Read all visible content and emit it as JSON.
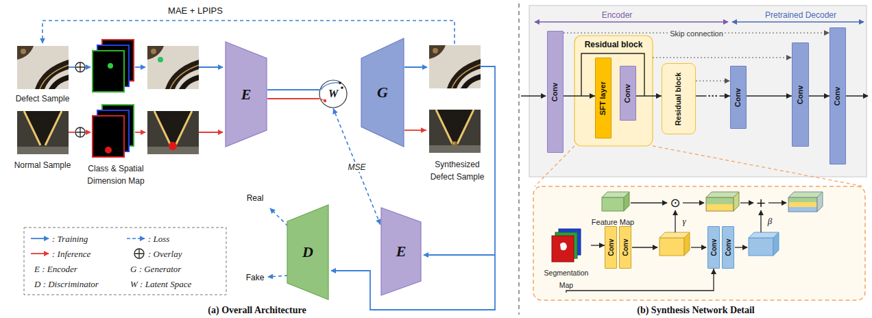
{
  "diagram": {
    "nodes": [
      {
        "text": [
          "Defect Sample"
        ]
      },
      {
        "text": [
          "Normal Sample"
        ]
      },
      {
        "text": [
          "Class & Spatial Dimension Map"
        ]
      },
      {
        "text": [
          "E"
        ]
      },
      {
        "text": [
          "W"
        ]
      },
      {
        "text": [
          "G"
        ]
      },
      {
        "text": [
          "Synthesized Defect Sample"
        ]
      },
      {
        "text": [
          "D"
        ]
      },
      {
        "text": [
          "E"
        ]
      },
      {
        "text": [
          "Encoder",
          "Pretrained Decoder"
        ]
      },
      {
        "text": [
          "Conv"
        ],
        "in": 9
      },
      {
        "text": [
          "Residual block"
        ],
        "in": 9
      },
      {
        "text": [
          "SFT layer"
        ],
        "in": 11
      },
      {
        "text": [
          "Conv"
        ],
        "in": 11
      },
      {
        "text": [
          "Residual block"
        ],
        "in": 9
      },
      {
        "text": [
          "Conv"
        ],
        "in": 9
      },
      {
        "text": [
          "Conv"
        ],
        "in": 9
      },
      {
        "text": [
          "Conv"
        ],
        "in": 9
      },
      {
        "text": [
          "Feature Map"
        ]
      },
      {
        "text": [
          "Segmentation Map"
        ]
      },
      {
        "text": [
          "Conv"
        ]
      },
      {
        "text": [
          "Conv"
        ]
      },
      {
        "text": [
          "Conv"
        ]
      },
      {
        "text": [
          "Conv"
        ]
      }
    ],
    "edges": [
      {
        "from": 5,
        "to": 6,
        "arrow": "to"
      },
      {
        "from": 8,
        "to": 4,
        "label": "MSE",
        "arrow": "both"
      },
      {
        "from": 10,
        "to": 12,
        "arrow": "to"
      },
      {
        "from": 13,
        "to": 14,
        "arrow": "to"
      },
      {
        "from": 14,
        "to": 15,
        "label": "···",
        "arrow": "to"
      },
      {
        "from": 15,
        "to": 16,
        "arrow": "to"
      },
      {
        "from": 16,
        "to": 17,
        "arrow": "to"
      },
      {
        "from": 10,
        "to": 17,
        "label": "Skip connection",
        "arrow": "to"
      },
      {
        "from": 11,
        "to": 16,
        "arrow": "to"
      },
      {
        "from": 14,
        "to": 15,
        "arrow": "to"
      },
      {
        "from": 19,
        "to": 20,
        "arrow": "to"
      },
      {
        "from": 19,
        "to": 22,
        "arrow": "to"
      }
    ],
    "labels": [
      "MAE + LPIPS",
      "Real",
      "Fake",
      "(a) Overall Architecture",
      "⊙",
      "γ",
      "+",
      "β",
      "(b) Synthesis Network Detail"
    ],
    "legend": [
      {
        "text": ": Training"
      },
      {
        "text": ": Loss"
      },
      {
        "text": ": Inference"
      },
      {
        "text": ": Overlay"
      },
      {
        "text": "E : Encoder"
      },
      {
        "text": "G : Generator"
      },
      {
        "text": "D : Discriminator"
      },
      {
        "text": "W : Latent Space"
      }
    ]
  }
}
